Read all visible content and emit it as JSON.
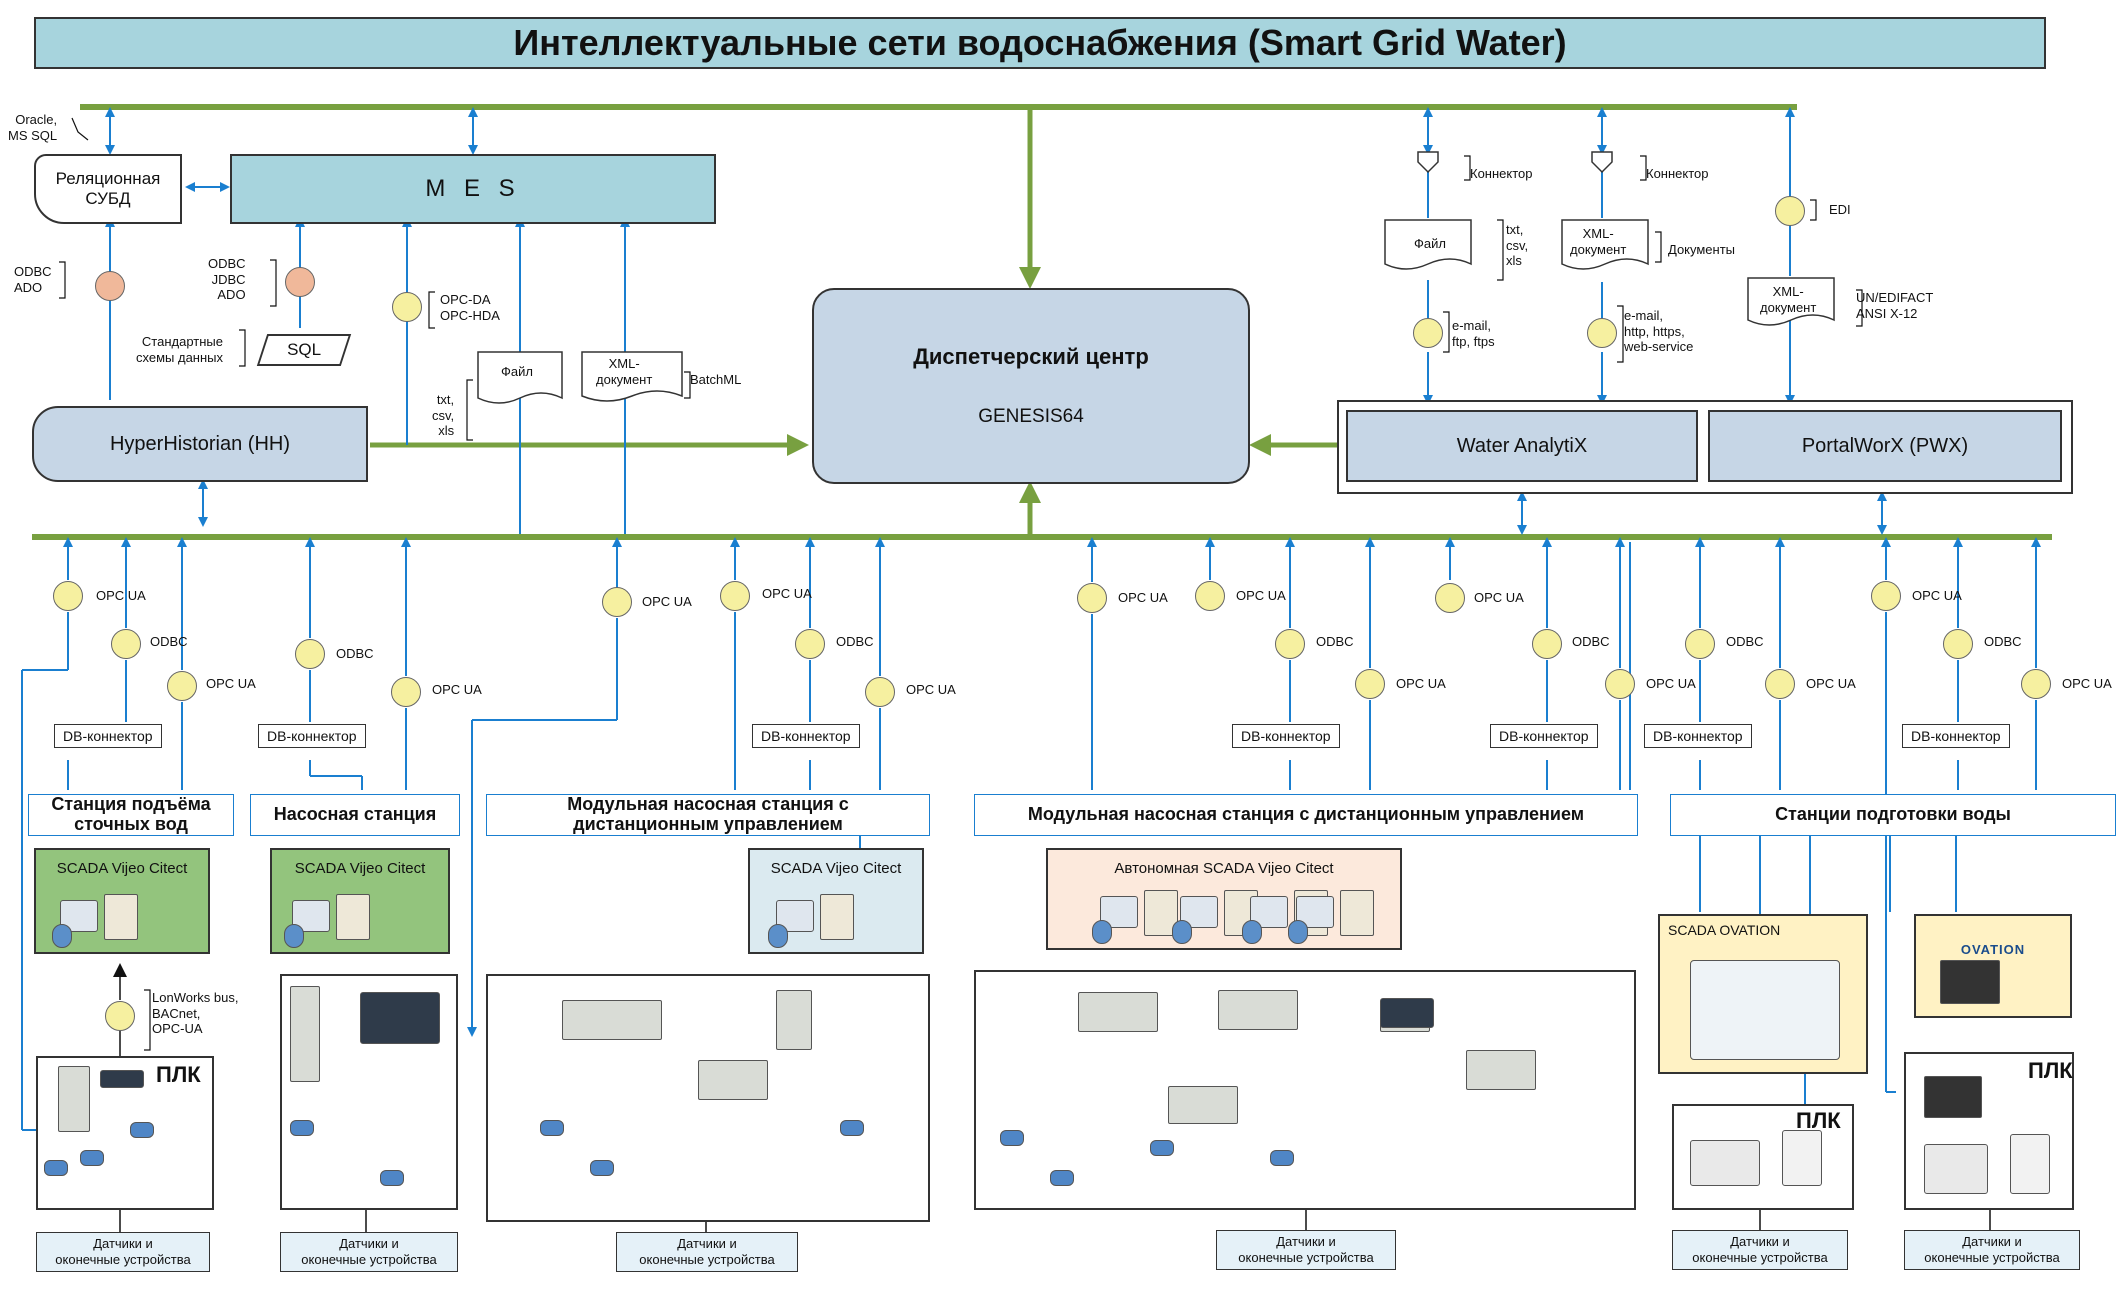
{
  "title": "Интеллектуальные сети водоснабжения (Smart Grid Water)",
  "top": {
    "oracle": "Oracle,\nMS SQL",
    "rdbms": "Реляционная\nСУБД",
    "mes": "M E S",
    "odbc_ado": "ODBC\nADO",
    "odbc_jdbc_ado": "ODBC\nJDBC\nADO",
    "std_schemas": "Стандартные\nсхемы данных",
    "sql": "SQL",
    "opc_da_hda": "OPC-DA\nOPC-HDA",
    "file": "Файл",
    "txt_csv_xls": "txt,\ncsv,\nxls",
    "xml_doc": "XML-\nдокумент",
    "batchml": "BatchML",
    "hyperhistorian": "HyperHistorian (HH)",
    "dispatch_title": "Диспетчерский центр",
    "dispatch_sub": "GENESIS64",
    "connector": "Коннектор",
    "documents": "Документы",
    "edi": "EDI",
    "email_ftp": "e-mail,\nftp, ftps",
    "email_http": "e-mail,\nhttp, https,\nweb-service",
    "un_edifact": "UN/EDIFACT\nANSI X-12",
    "water_analytix": "Water AnalytiX",
    "portalworx": "PortalWorX (PWX)"
  },
  "protocols": {
    "opc_ua": "OPC UA",
    "odbc": "ODBC",
    "db_connector": "DB-коннектор",
    "lonworks": "LonWorks bus,\nBACnet,\nOPC-UA"
  },
  "stations": [
    {
      "name": "Станция подъёма\nсточных вод"
    },
    {
      "name": "Насосная станция"
    },
    {
      "name": "Модульная насосная станция с\nдистанционным управлением"
    },
    {
      "name": "Модульная насосная станция с дистанционным управлением"
    },
    {
      "name": "Станции подготовки воды"
    }
  ],
  "scada": {
    "vijeo": "SCADA Vijeo Citect",
    "autonomous": "Автономная SCADA Vijeo Citect",
    "ovation": "SCADA OVATION",
    "ovation_logo": "OVATION"
  },
  "plk": "ПЛК",
  "sensors": "Датчики и\nоконечные устройства",
  "colors": {
    "bus_green": "#78a040",
    "link_blue": "#1a7fd0",
    "node_yellow": "#f6f0a0",
    "node_peach": "#f0b89a",
    "scada_green": "#93c47d",
    "scada_blue": "#dbeaf0",
    "scada_peach": "#fce9dc",
    "scada_yellow": "#fff2c4"
  }
}
